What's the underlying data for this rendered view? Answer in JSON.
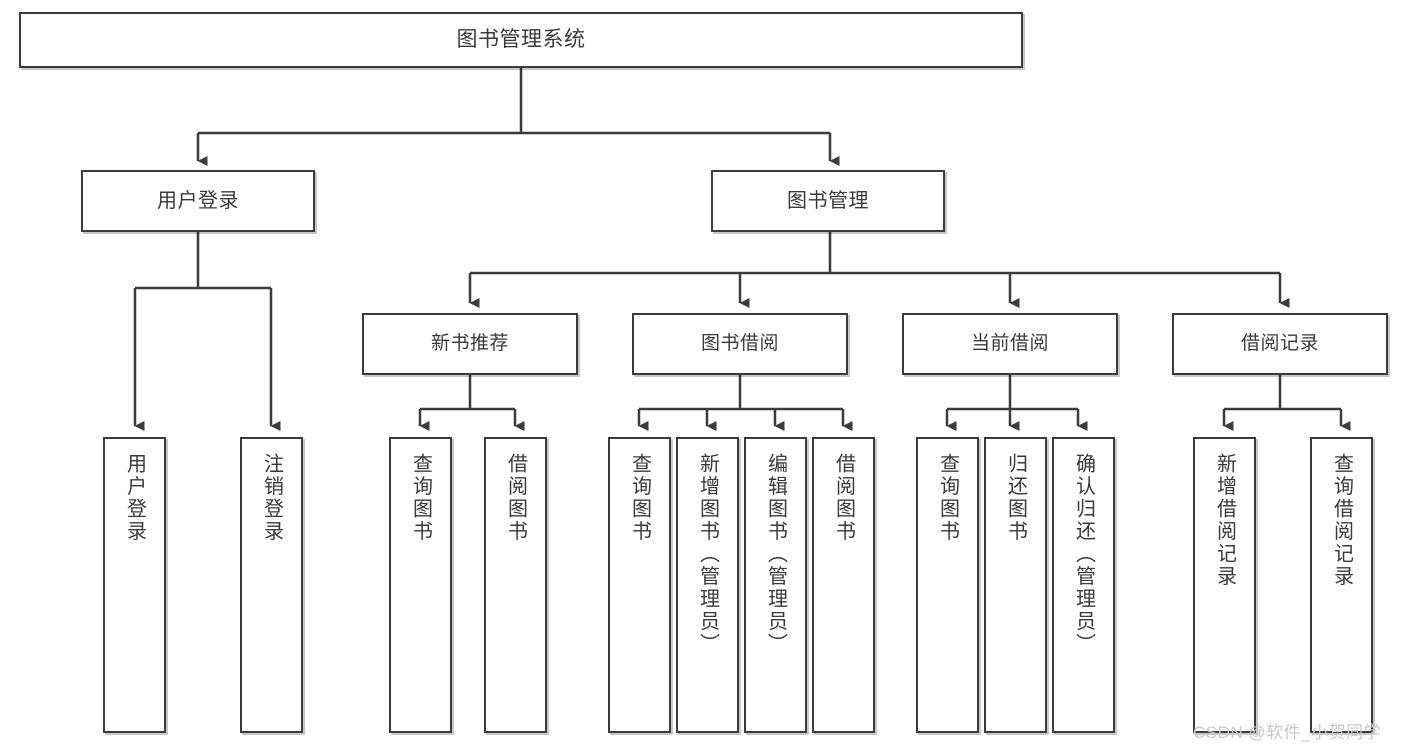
{
  "diagram": {
    "title": "图书管理系统",
    "watermark": "CSDN @软件_小贺同学",
    "colors": {
      "stroke": "#3c3c3c",
      "background": "#ffffff",
      "text": "#3a3a3a",
      "watermark": "#c9c9c9"
    },
    "root": {
      "label": "图书管理系统"
    },
    "level2": [
      {
        "label": "用户登录"
      },
      {
        "label": "图书管理"
      }
    ],
    "level3": [
      {
        "label": "新书推荐"
      },
      {
        "label": "图书借阅"
      },
      {
        "label": "当前借阅"
      },
      {
        "label": "借阅记录"
      }
    ],
    "leaves": {
      "user_login": [
        {
          "label": "用户登录"
        },
        {
          "label": "注销登录"
        }
      ],
      "new_book": [
        {
          "label": "查询图书"
        },
        {
          "label": "借阅图书"
        }
      ],
      "book_borrow": [
        {
          "label": "查询图书"
        },
        {
          "label": "新增图书（管理员）"
        },
        {
          "label": "编辑图书（管理员）"
        },
        {
          "label": "借阅图书"
        }
      ],
      "current_borrow": [
        {
          "label": "查询图书"
        },
        {
          "label": "归还图书"
        },
        {
          "label": "确认归还（管理员）"
        }
      ],
      "borrow_record": [
        {
          "label": "新增借阅记录"
        },
        {
          "label": "查询借阅记录"
        }
      ]
    }
  }
}
